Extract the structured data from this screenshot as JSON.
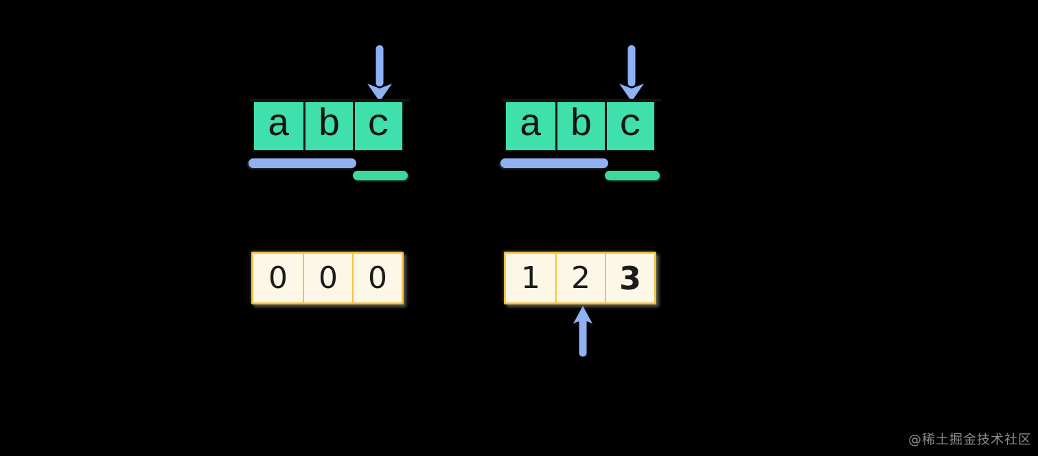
{
  "diagram": {
    "description_note": "two-panel array diagram on black background",
    "colors": {
      "background": "#000000",
      "pattern_cell_green": "#3fe0ac",
      "arrow_blue": "#8fb1f4",
      "highlight_bar_blue": "#8fb1f4",
      "highlight_bar_green": "#3bda9b",
      "value_box_border_gold": "#f2c243",
      "value_box_fill_cream": "#fdf7e7",
      "stroke_dark": "#131313",
      "watermark_gray": "#8d8d8d"
    },
    "left_panel": {
      "pattern_cells": [
        "a",
        "b",
        "c"
      ],
      "pointer_arrow_cell": "c",
      "value_cells": [
        "0",
        "0",
        "0"
      ]
    },
    "right_panel": {
      "pattern_cells": [
        "a",
        "b",
        "c"
      ],
      "pointer_arrow_cell": "c",
      "value_cells": [
        "1",
        "2",
        "3"
      ],
      "bold_value_index": 2,
      "up_arrow_cell": "2"
    },
    "icons": {
      "down_arrow": "down-arrow-icon",
      "up_arrow": "up-arrow-icon"
    },
    "watermark": {
      "text": "@稀土掘金技术社区"
    }
  }
}
